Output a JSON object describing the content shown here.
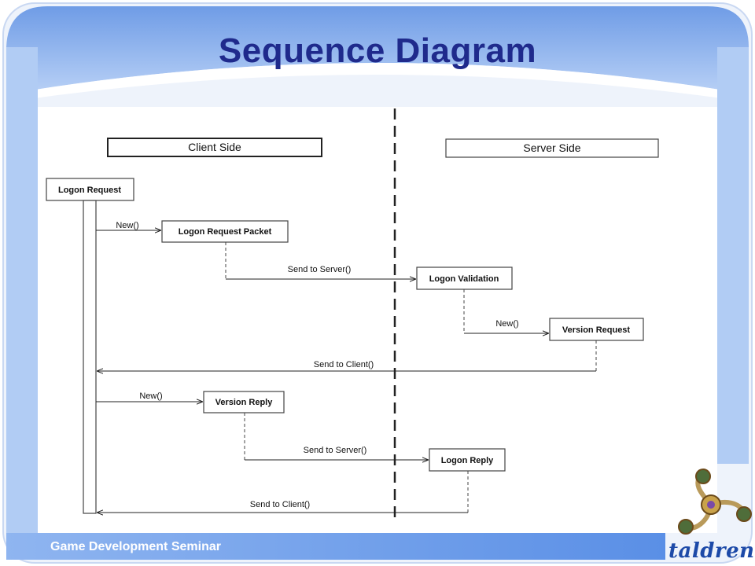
{
  "slide": {
    "title": "Sequence Diagram",
    "footer": "Game Development Seminar",
    "logo_text": "taldren"
  },
  "diagram": {
    "headers": {
      "client": "Client Side",
      "server": "Server Side"
    },
    "objects": {
      "logon_request": "Logon Request",
      "logon_request_packet": "Logon Request Packet",
      "logon_validation": "Logon Validation",
      "version_request": "Version Request",
      "version_reply": "Version Reply",
      "logon_reply": "Logon Reply"
    },
    "messages": {
      "new_1": "New()",
      "send_to_server_1": "Send to Server()",
      "new_2": "New()",
      "send_to_client_1": "Send to Client()",
      "new_3": "New()",
      "send_to_server_2": "Send to Server()",
      "send_to_client_2": "Send to Client()"
    }
  },
  "colors": {
    "title": "#1f2a8c",
    "band": "#a8c4f2",
    "band_dark": "#7ea6ea",
    "footer_bar": "#6f9fe8"
  }
}
